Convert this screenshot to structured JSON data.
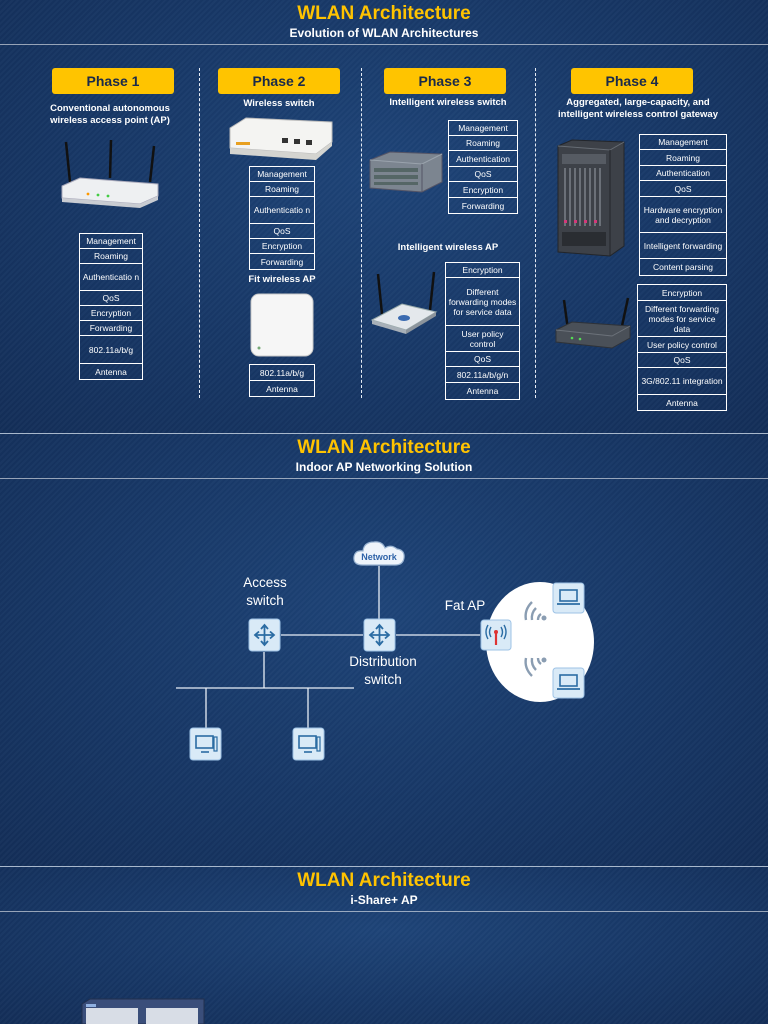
{
  "slide1": {
    "title": "WLAN Architecture",
    "subtitle": "Evolution of WLAN Architectures",
    "phases": [
      "Phase 1",
      "Phase 2",
      "Phase 3",
      "Phase 4"
    ],
    "phase1": {
      "caption": "Conventional autonomous wireless access point (AP)",
      "stack": [
        "Management",
        "Roaming",
        "Authenticatio n",
        "QoS",
        "Encryption",
        "Forwarding",
        "802.11a/b/g",
        "Antenna"
      ]
    },
    "phase2": {
      "caption_switch": "Wireless switch",
      "switch_stack": [
        "Management",
        "Roaming",
        "Authenticatio n",
        "QoS",
        "Encryption",
        "Forwarding"
      ],
      "caption_ap": "Fit wireless AP",
      "ap_stack": [
        "802.11a/b/g",
        "Antenna"
      ]
    },
    "phase3": {
      "caption_switch": "Intelligent wireless switch",
      "switch_stack": [
        "Management",
        "Roaming",
        "Authentication",
        "QoS",
        "Encryption",
        "Forwarding"
      ],
      "caption_ap": "Intelligent wireless AP",
      "ap_stack": [
        "Encryption",
        "Different forwarding modes for service data",
        "User policy control",
        "QoS",
        "802.11a/b/g/n",
        "Antenna"
      ]
    },
    "phase4": {
      "caption": "Aggregated, large-capacity, and intelligent wireless control gateway",
      "gateway_stack": [
        "Management",
        "Roaming",
        "Authentication",
        "QoS",
        "Hardware encryption and decryption",
        "Intelligent forwarding",
        "Content parsing"
      ],
      "ap_stack": [
        "Encryption",
        "Different forwarding modes for service data",
        "User policy control",
        "QoS",
        "3G/802.11 integration",
        "Antenna"
      ]
    }
  },
  "slide2": {
    "title": "WLAN Architecture",
    "subtitle": "Indoor AP Networking Solution",
    "network_label": "Network",
    "access_switch": "Access switch",
    "distribution_switch": "Distribution switch",
    "fat_ap": "Fat AP"
  },
  "slide3": {
    "title": "WLAN Architecture",
    "subtitle": "i-Share+ AP"
  },
  "colors": {
    "accent": "#ffc400",
    "background": "#1a3a68",
    "icon_bg": "#d9eaf7",
    "icon_stroke": "#2b6ca3"
  }
}
